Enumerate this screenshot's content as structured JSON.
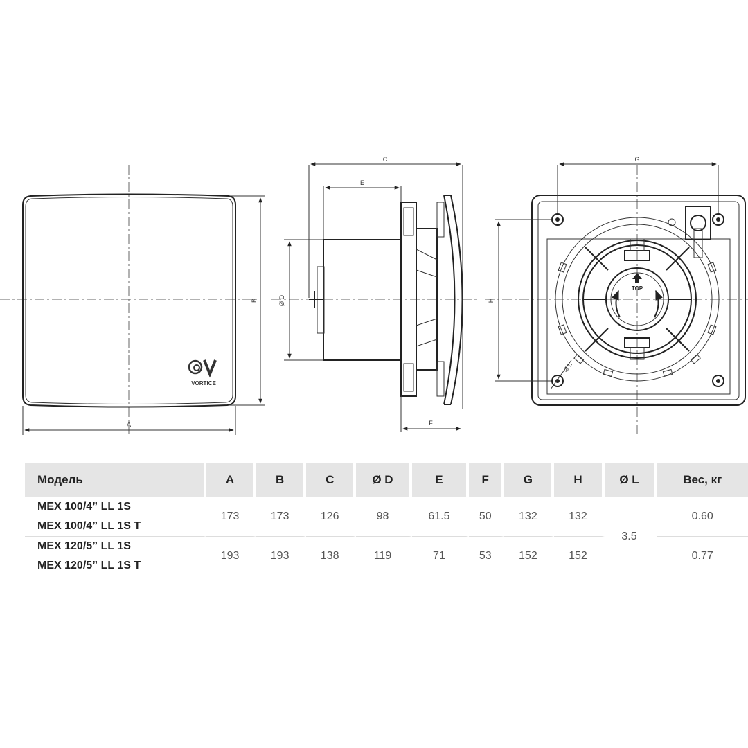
{
  "brand": {
    "logo_text": "VORTICE"
  },
  "dimension_labels": {
    "a": "A",
    "b": "B",
    "c": "C",
    "d": "Ø D",
    "e": "E",
    "f": "F",
    "g": "G",
    "h": "H",
    "l": "Ø L"
  },
  "grille_label": "TOP",
  "table": {
    "headers": [
      "Модель",
      "A",
      "B",
      "C",
      "Ø D",
      "E",
      "F",
      "G",
      "H",
      "Ø L",
      "Вес, кг"
    ],
    "models": [
      "MEX 100/4” LL 1S",
      "MEX 100/4” LL 1S T",
      "MEX 120/5” LL 1S",
      "MEX 120/5” LL 1S T"
    ],
    "groups": [
      {
        "A": "173",
        "B": "173",
        "C": "126",
        "D": "98",
        "E": "61.5",
        "F": "50",
        "G": "132",
        "H": "132",
        "weight": "0.60"
      },
      {
        "A": "193",
        "B": "193",
        "C": "138",
        "D": "119",
        "E": "71",
        "F": "53",
        "G": "152",
        "H": "152",
        "weight": "0.77"
      }
    ],
    "l_value": "3.5"
  }
}
